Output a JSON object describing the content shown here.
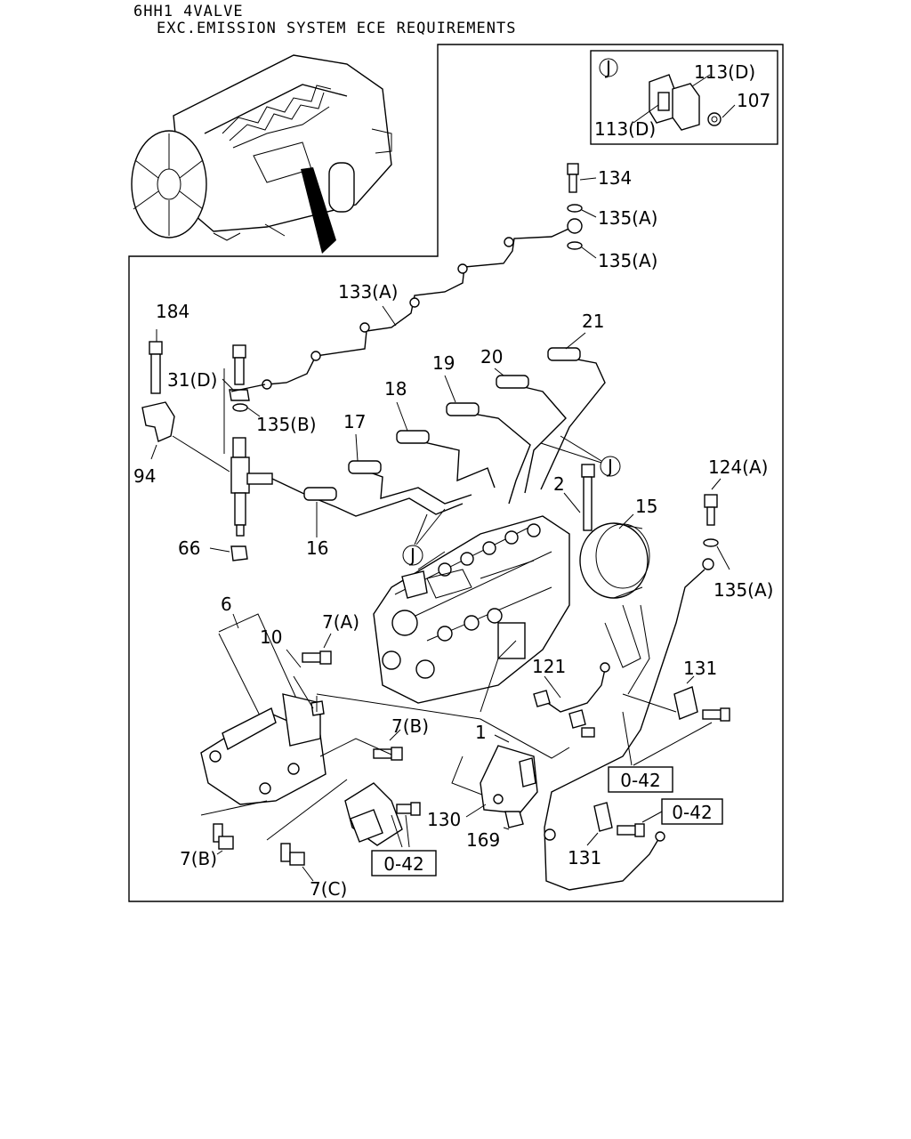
{
  "header": {
    "line1": "6HH1 4VALVE",
    "line2": "EXC.EMISSION SYSTEM ECE REQUIREMENTS"
  },
  "detail_inset": {
    "marker": "J",
    "labels": [
      "113(D)",
      "113(D)",
      "107"
    ]
  },
  "callouts": {
    "c134": "134",
    "c135a_1": "135(A)",
    "c135a_2": "135(A)",
    "c133a": "133(A)",
    "c184": "184",
    "c31d": "31(D)",
    "c135b": "135(B)",
    "c94": "94",
    "c20": "20",
    "c21": "21",
    "c19": "19",
    "c18": "18",
    "c17": "17",
    "c16": "16",
    "c66": "66",
    "c2": "2",
    "c15": "15",
    "c124a": "124(A)",
    "c135a_3": "135(A)",
    "c6": "6",
    "c10": "10",
    "c7a": "7(A)",
    "c121": "121",
    "c131_1": "131",
    "c7b_1": "7(B)",
    "c1": "1",
    "c130": "130",
    "c169": "169",
    "c131_2": "131",
    "c7b_2": "7(B)",
    "c7c": "7(C)",
    "j1": "J",
    "j2": "J"
  },
  "ref_boxes": {
    "r1": "0-42",
    "r2": "0-42",
    "r3": "0-42"
  }
}
